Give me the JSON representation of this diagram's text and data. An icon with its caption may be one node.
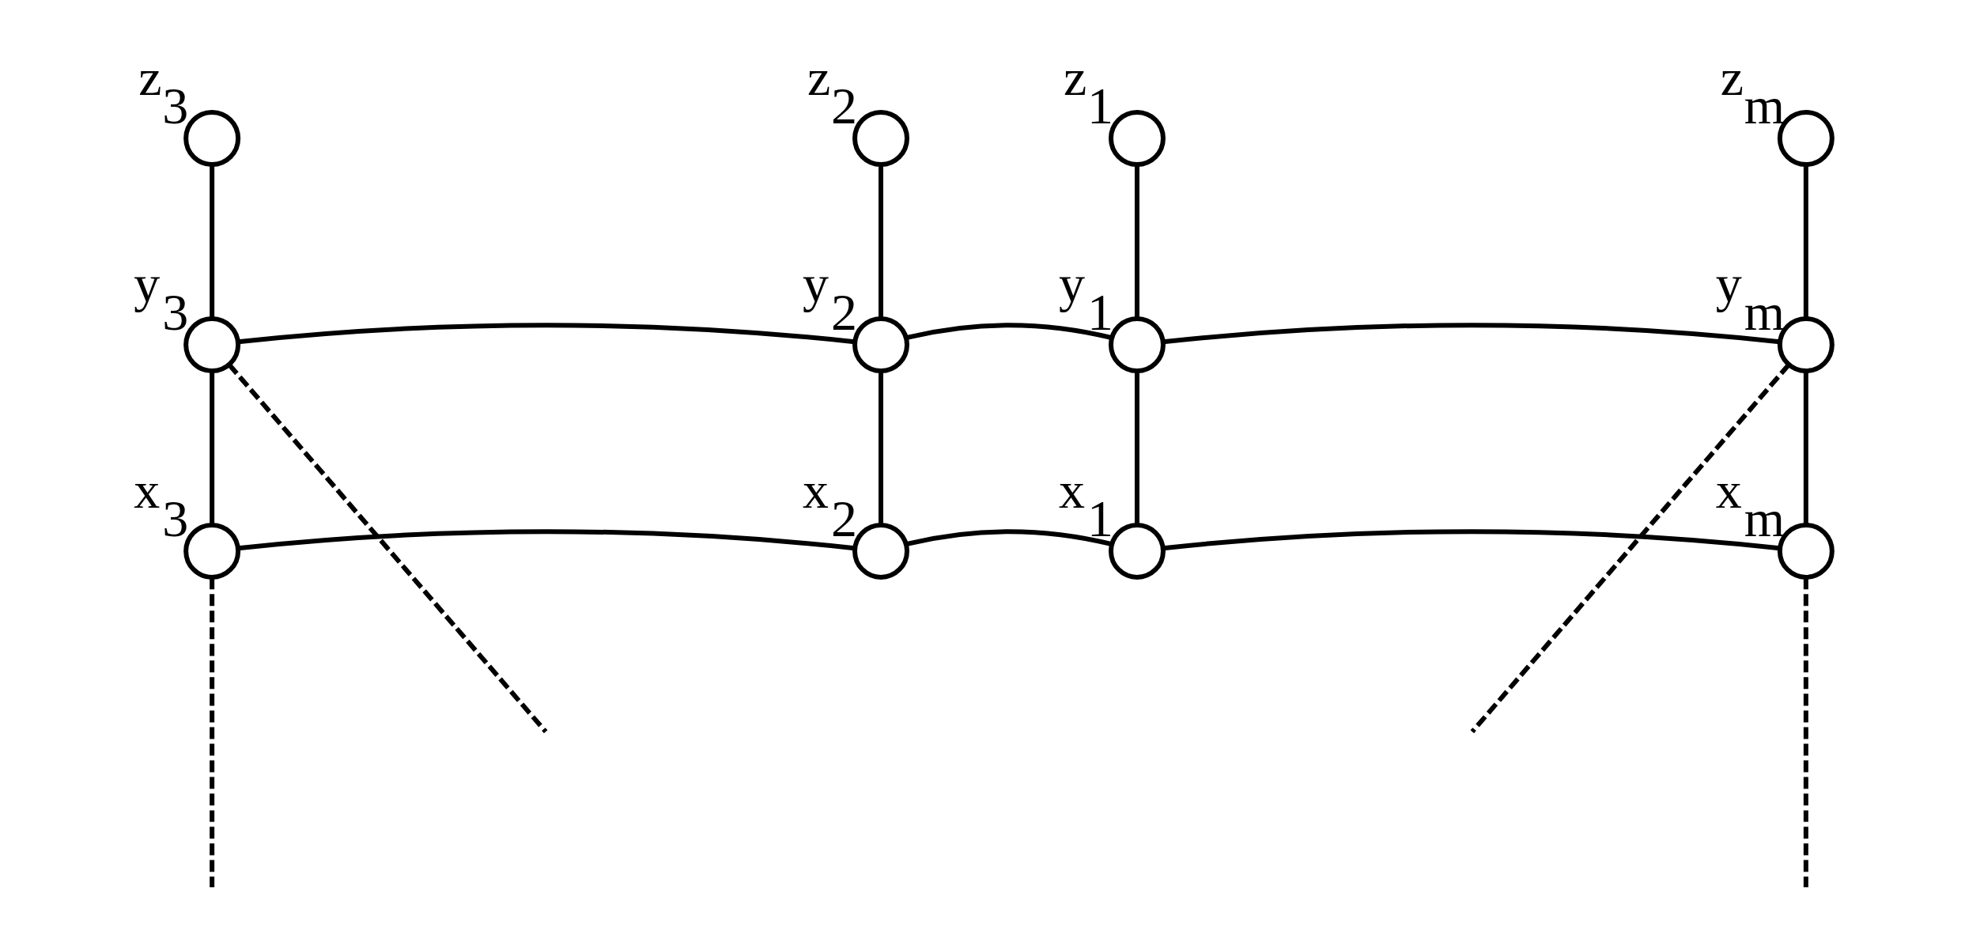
{
  "diagram": {
    "nodes": [
      {
        "text": [],
        "shape": "circle",
        "beside": [
          "z$_{2}$"
        ]
      },
      {
        "text": [],
        "shape": "circle",
        "beside": [
          "z$_{1}$"
        ]
      },
      {
        "text": [],
        "shape": "circle",
        "beside": [
          "z$_{3}$"
        ]
      },
      {
        "text": [],
        "shape": "circle",
        "beside": [
          "y$_{2}$"
        ]
      },
      {
        "text": [],
        "shape": "circle",
        "beside": [
          "y$_{1}$"
        ]
      },
      {
        "text": [],
        "shape": "circle",
        "beside": [
          "z$_{m}$"
        ]
      },
      {
        "text": [],
        "shape": "circle",
        "beside": [
          "y$_{3}$"
        ]
      },
      {
        "text": [],
        "shape": "circle",
        "beside": [
          "x$_{2}$"
        ]
      },
      {
        "text": [],
        "shape": "circle",
        "beside": [
          "x$_{1}$"
        ]
      },
      {
        "text": [],
        "shape": "circle",
        "beside": [
          "y$_{m}$"
        ]
      },
      {
        "text": [],
        "shape": "circle",
        "beside": [
          "x$_{3}$"
        ]
      },
      {
        "text": [],
        "shape": "circle",
        "beside": [
          "x$_{m}$"
        ]
      }
    ],
    "edges": [
      {
        "from": 0,
        "to": 3,
        "arrow": "none"
      },
      {
        "from": 1,
        "to": 4,
        "arrow": "none"
      },
      {
        "from": 3,
        "to": 4,
        "arrow": "none"
      },
      {
        "from": 3,
        "to": 7,
        "arrow": "none"
      },
      {
        "from": 4,
        "to": 8,
        "arrow": "none"
      },
      {
        "from": 7,
        "to": 8,
        "arrow": "none"
      },
      {
        "from": 2,
        "to": 6,
        "arrow": "none"
      },
      {
        "from": 6,
        "to": 3,
        "arrow": "none"
      },
      {
        "from": 6,
        "to": 10,
        "arrow": "none"
      },
      {
        "from": 10,
        "to": 7,
        "arrow": "none"
      },
      {
        "from": 4,
        "to": 9,
        "arrow": "none"
      },
      {
        "from": 8,
        "to": 11,
        "arrow": "none"
      },
      {
        "from": 5,
        "to": 9,
        "arrow": "none"
      },
      {
        "from": 9,
        "to": 11,
        "arrow": "none"
      },
      {
        "from": 6,
        "to": null,
        "arrow": "none",
        "style": "dashed"
      },
      {
        "from": 10,
        "to": null,
        "arrow": "none",
        "style": "dashed"
      },
      {
        "from": 11,
        "to": null,
        "arrow": "none",
        "style": "dashed"
      },
      {
        "from": 9,
        "to": null,
        "arrow": "none",
        "style": "dashed"
      }
    ]
  }
}
